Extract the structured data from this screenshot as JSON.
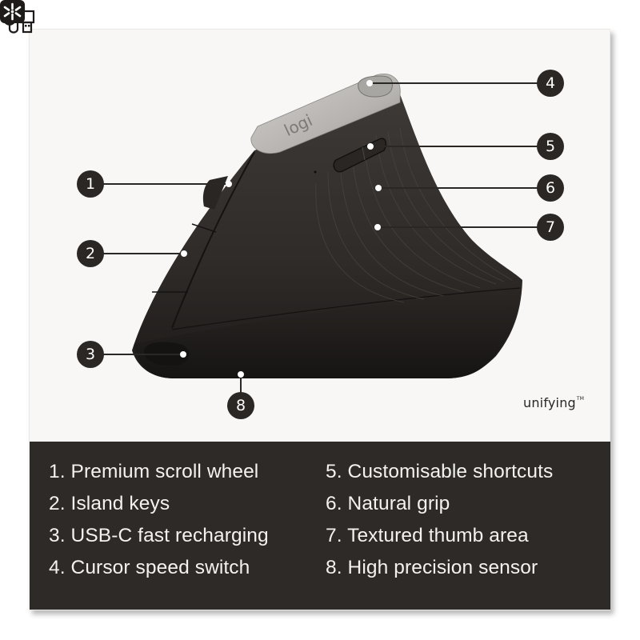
{
  "brand": {
    "logo_text": "logi"
  },
  "callouts": [
    {
      "number": "1",
      "label": "Premium scroll wheel"
    },
    {
      "number": "2",
      "label": "Island keys"
    },
    {
      "number": "3",
      "label": "USB-C fast recharging"
    },
    {
      "number": "4",
      "label": "Cursor speed switch"
    },
    {
      "number": "5",
      "label": "Customisable shortcuts"
    },
    {
      "number": "6",
      "label": "Natural grip"
    },
    {
      "number": "7",
      "label": "Textured thumb area"
    },
    {
      "number": "8",
      "label": "High precision sensor"
    }
  ],
  "features": {
    "left": [
      "1. Premium scroll wheel",
      "2. Island keys",
      "3. USB-C fast recharging",
      "4. Cursor speed switch"
    ],
    "right": [
      "5. Customisable shortcuts",
      "6. Natural grip",
      "7. Textured thumb area",
      "8. High precision sensor"
    ]
  },
  "connectivity": {
    "icons": [
      "usb-cable-icon",
      "bluetooth-icon",
      "unifying-icon"
    ],
    "unifying_label": "unifying",
    "trademark": "TM"
  },
  "colors": {
    "card_bg": "#f8f7f6",
    "panel_bg": "#2e2a28",
    "callout_bg": "#2b2725",
    "mouse_body": "#2f2b29",
    "mouse_plate": "#b9b7b4",
    "text_light": "#f4f2f0"
  }
}
